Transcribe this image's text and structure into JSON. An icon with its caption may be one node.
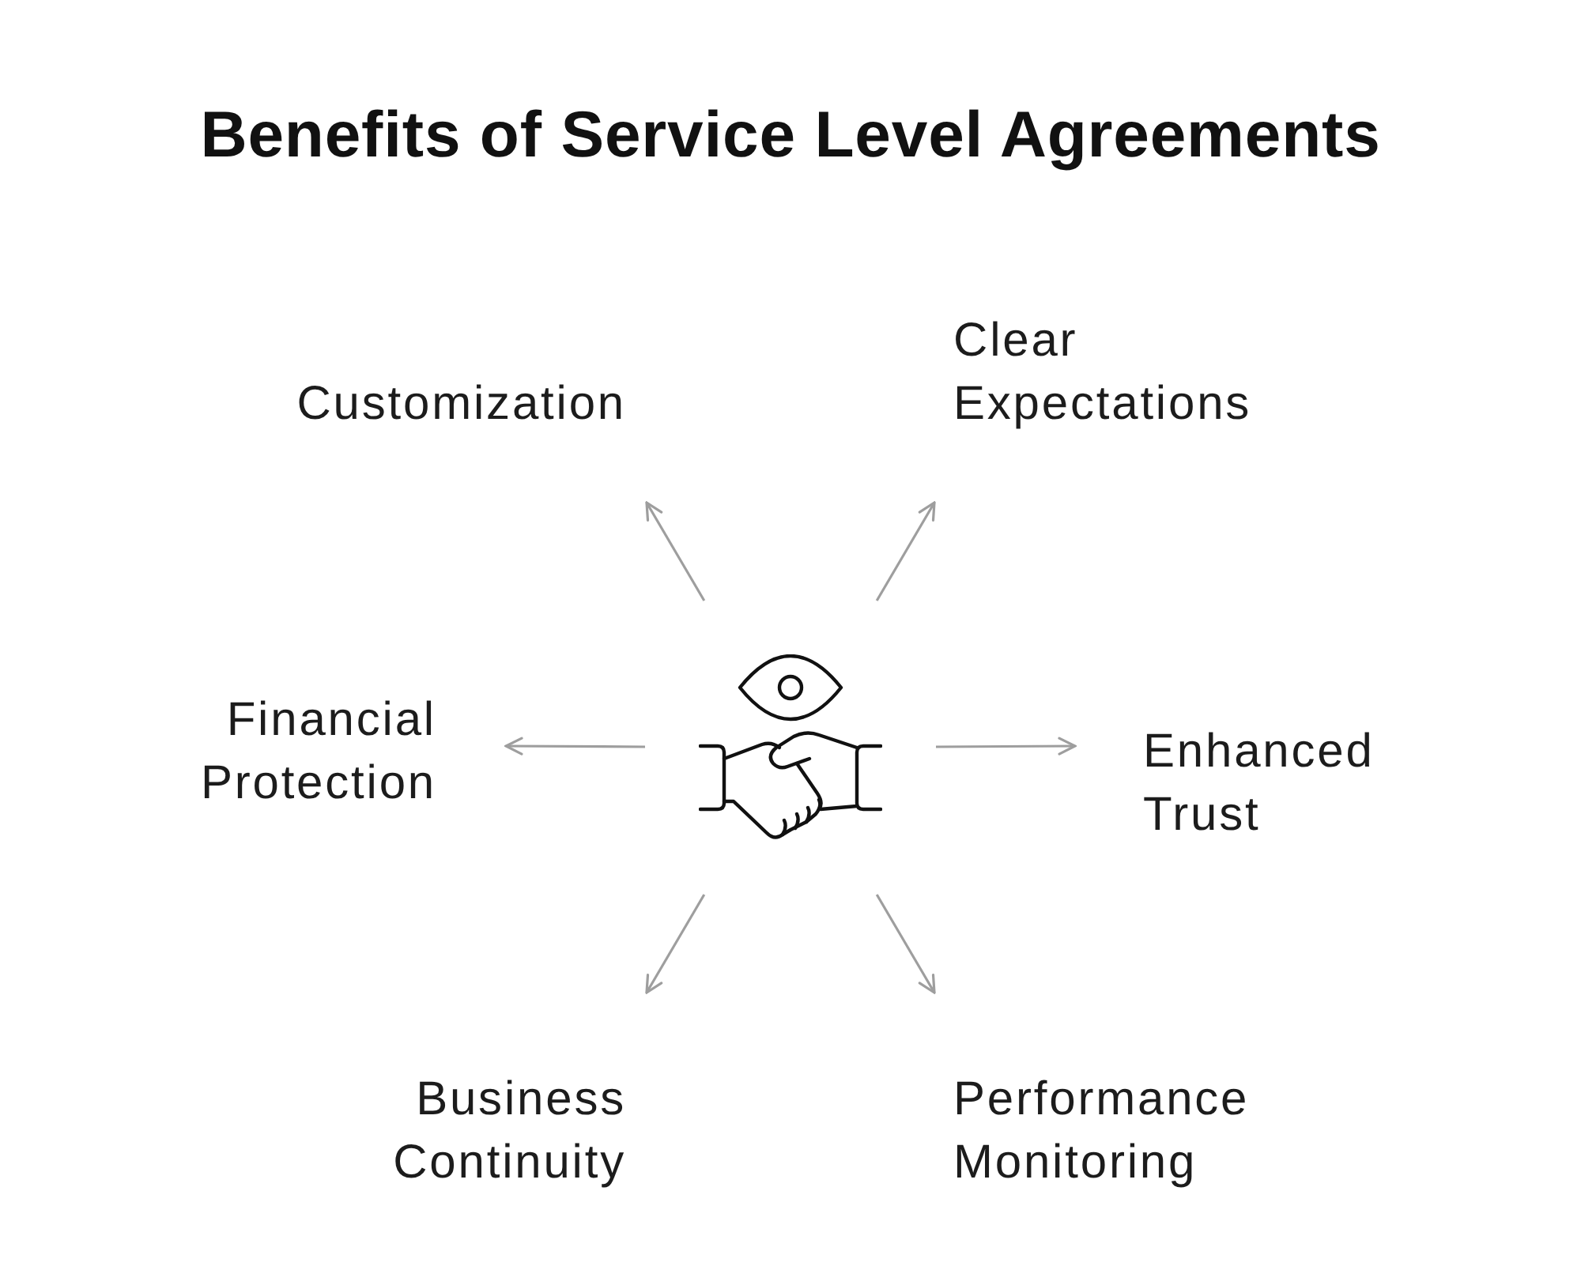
{
  "diagram": {
    "title": "Benefits of Service Level Agreements",
    "nodes": [
      {
        "text": [
          "Customization"
        ]
      },
      {
        "text": [
          "Clear Expectations"
        ]
      },
      {
        "text": [
          "Financial Protection"
        ]
      },
      {
        "text": [],
        "shape": "picture"
      },
      {
        "text": [
          "Enhanced Trust"
        ]
      },
      {
        "text": [
          "Business Continuity"
        ]
      },
      {
        "text": [
          "Performance Monitoring"
        ]
      }
    ],
    "edges": [
      {
        "from": 3,
        "to": 0,
        "arrow": "to"
      },
      {
        "from": 3,
        "to": 1,
        "arrow": "to"
      },
      {
        "from": 3,
        "to": 2,
        "arrow": "to"
      },
      {
        "from": 3,
        "to": 4,
        "arrow": "to"
      },
      {
        "from": 3,
        "to": 5,
        "arrow": "to"
      },
      {
        "from": 3,
        "to": 6,
        "arrow": "to"
      }
    ]
  }
}
